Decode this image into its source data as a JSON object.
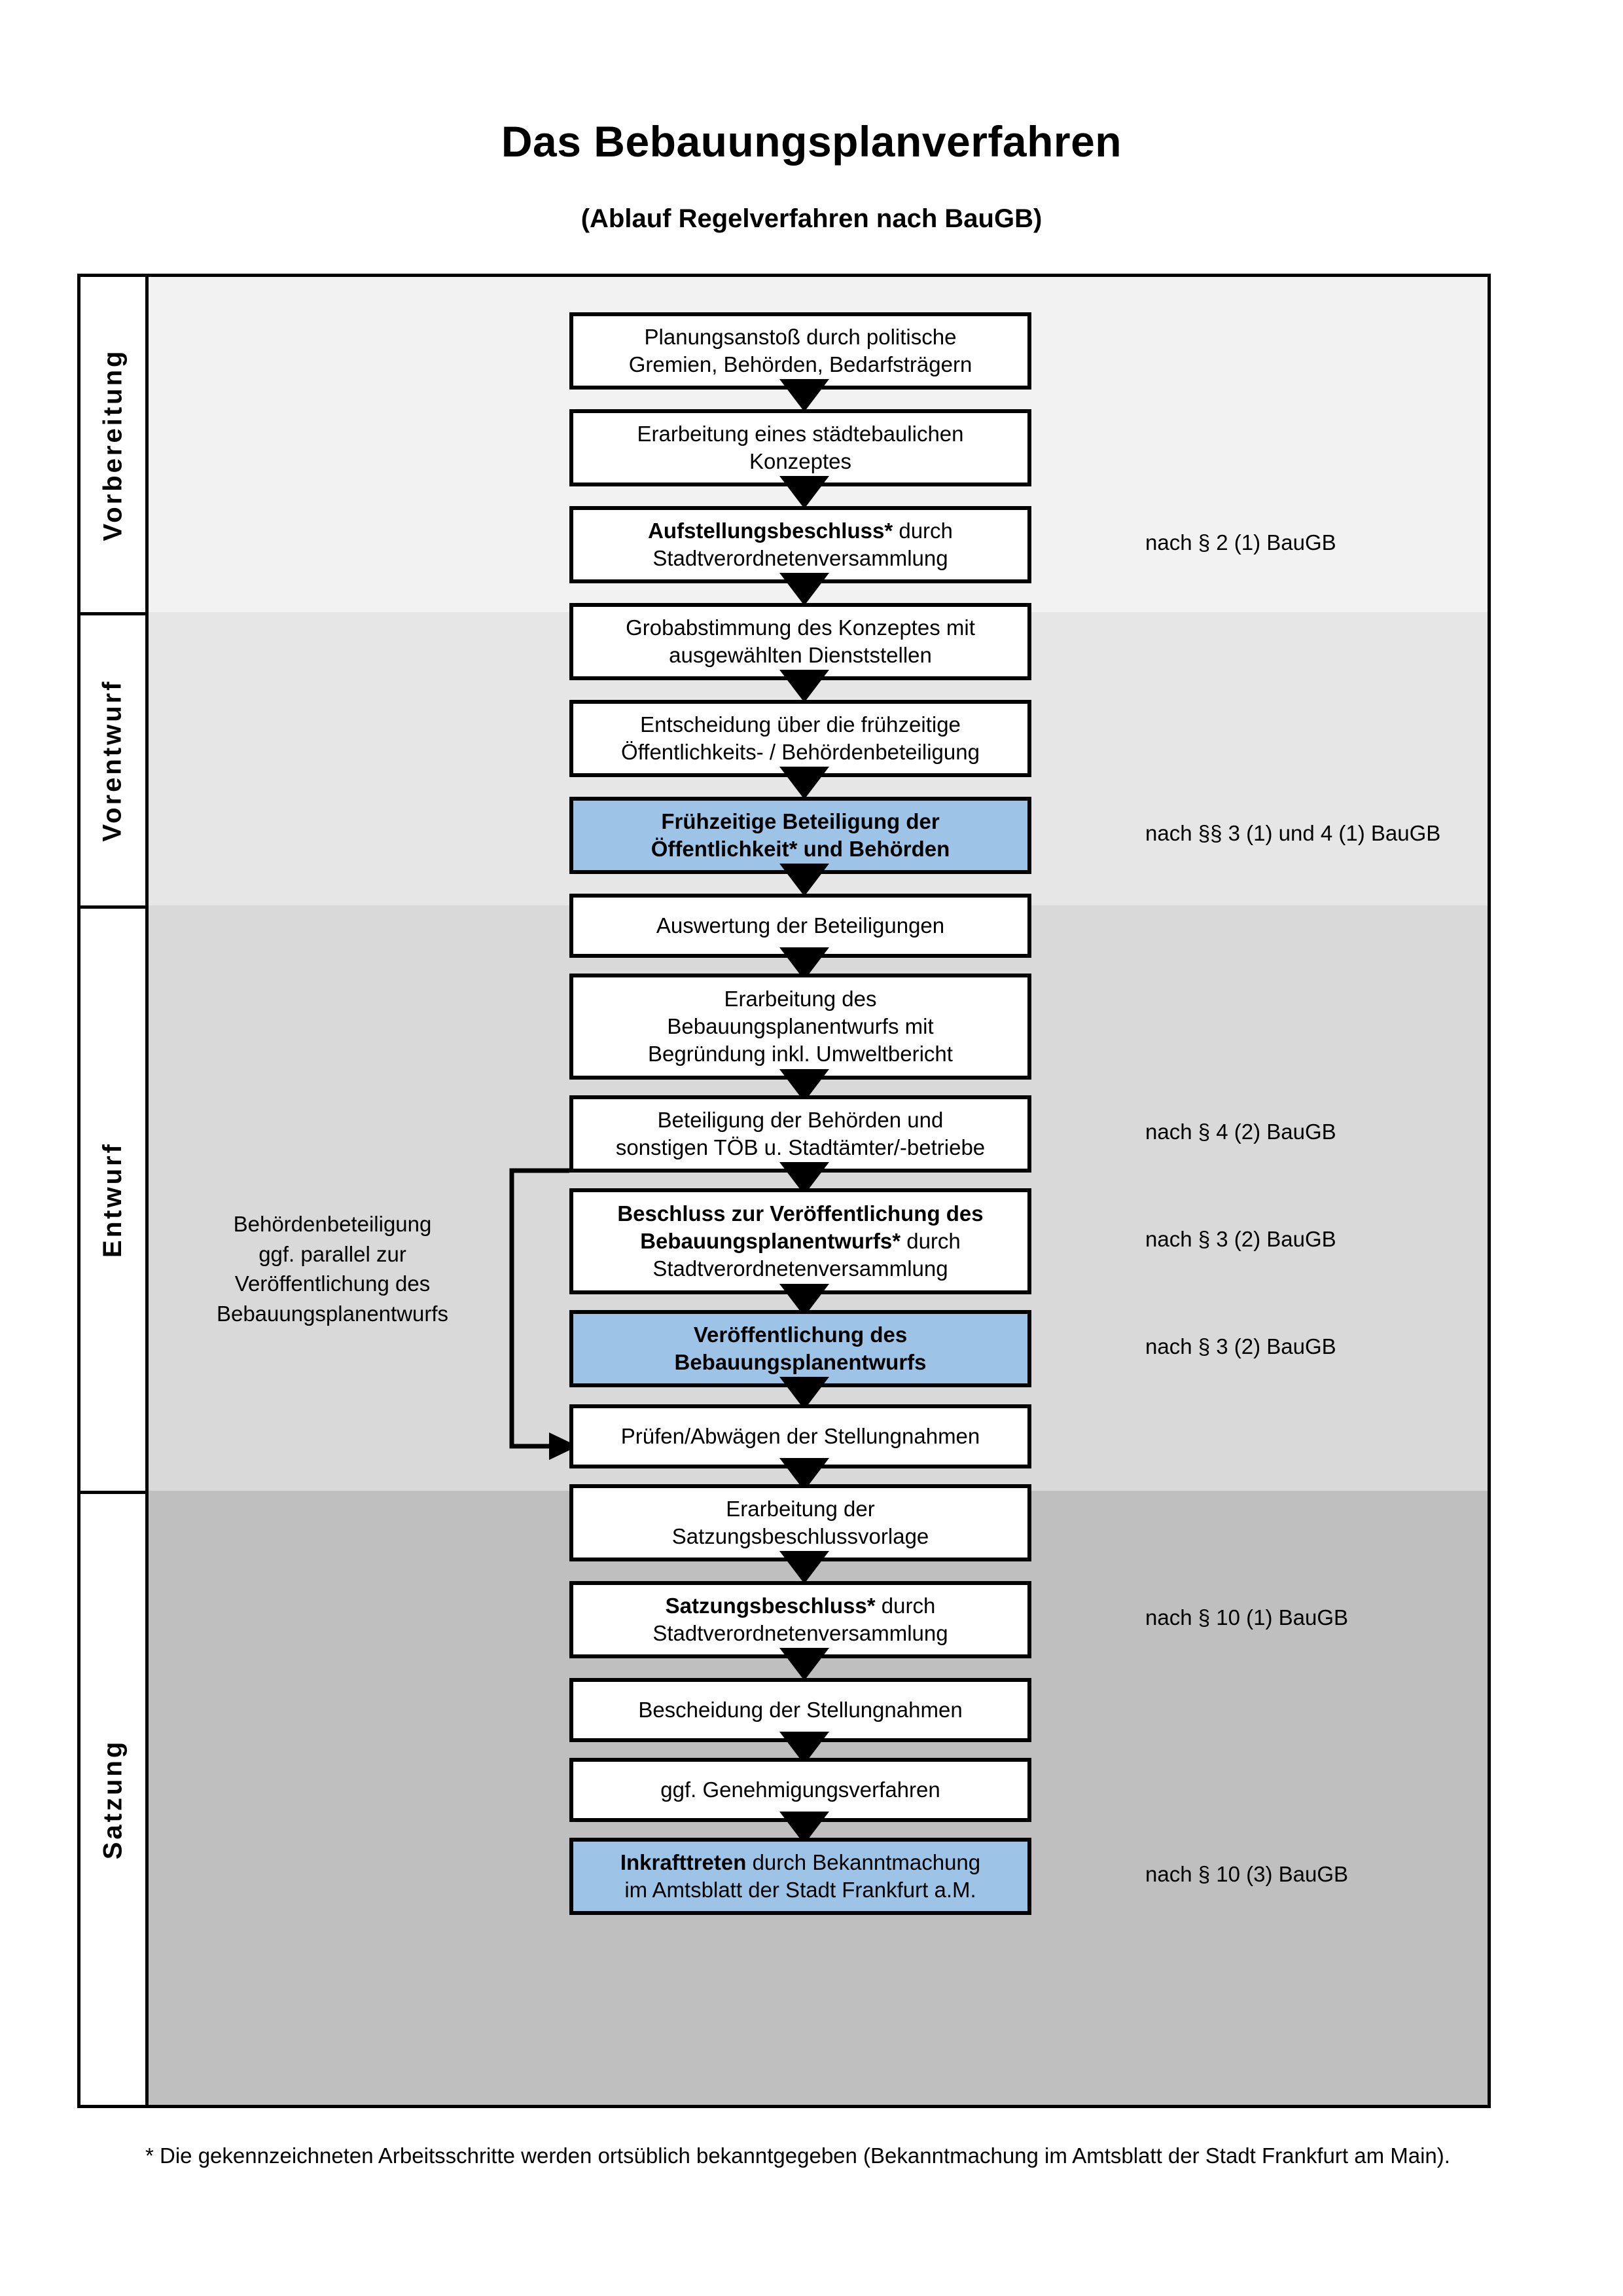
{
  "title": "Das Bebauungsplanverfahren",
  "subtitle": "(Ablauf Regelverfahren nach BauGB)",
  "colors": {
    "highlight_box": "#9dc3e6",
    "band_vorbereitung": "#f2f2f2",
    "band_vorentwurf": "#e6e6e6",
    "band_entwurf": "#d9d9d9",
    "band_satzung": "#bfbfbf",
    "outline": "#000000"
  },
  "phases": [
    {
      "label": "Vorbereitung"
    },
    {
      "label": "Vorentwurf"
    },
    {
      "label": "Entwurf"
    },
    {
      "label": "Satzung"
    }
  ],
  "steps": [
    {
      "id": "planungsanstoss",
      "phase": "Vorbereitung",
      "highlight": false,
      "lines": [
        {
          "text": "Planungsanstoß durch politische",
          "bold": false
        },
        {
          "text": "Gremien, Behörden, Bedarfsträgern",
          "bold": false
        }
      ]
    },
    {
      "id": "staedtebauliches-konzept",
      "phase": "Vorbereitung",
      "highlight": false,
      "lines": [
        {
          "text": "Erarbeitung eines städtebaulichen",
          "bold": false
        },
        {
          "text": "Konzeptes",
          "bold": false
        }
      ]
    },
    {
      "id": "aufstellungsbeschluss",
      "phase": "Vorbereitung",
      "highlight": false,
      "lines": [
        {
          "text": "Aufstellungsbeschluss*",
          "bold": true
        },
        {
          "text": " durch",
          "bold": false
        },
        {
          "text": "Stadtverordnetenversammlung",
          "bold": false
        }
      ]
    },
    {
      "id": "grobabstimmung",
      "phase": "Vorentwurf",
      "highlight": false,
      "lines": [
        {
          "text": "Grobabstimmung des Konzeptes mit",
          "bold": false
        },
        {
          "text": "ausgewählten Dienststellen",
          "bold": false
        }
      ]
    },
    {
      "id": "entscheidung-fruehzeitige-beteiligung",
      "phase": "Vorentwurf",
      "highlight": false,
      "lines": [
        {
          "text": "Entscheidung über die frühzeitige",
          "bold": false
        },
        {
          "text": "Öffentlichkeits- / Behördenbeteiligung",
          "bold": false
        }
      ]
    },
    {
      "id": "fruehzeitige-beteiligung",
      "phase": "Vorentwurf",
      "highlight": true,
      "lines": [
        {
          "text": "Frühzeitige Beteiligung der",
          "bold": true
        },
        {
          "text": "Öffentlichkeit* und Behörden",
          "bold": true
        }
      ]
    },
    {
      "id": "auswertung-beteiligungen",
      "phase": "Entwurf",
      "highlight": false,
      "lines": [
        {
          "text": "Auswertung der Beteiligungen",
          "bold": false
        }
      ]
    },
    {
      "id": "erarbeitung-bplan-entwurf",
      "phase": "Entwurf",
      "highlight": false,
      "lines": [
        {
          "text": "Erarbeitung des",
          "bold": false
        },
        {
          "text": "Bebauungsplanentwurfs mit",
          "bold": false
        },
        {
          "text": "Begründung inkl. Umweltbericht",
          "bold": false
        }
      ]
    },
    {
      "id": "beteiligung-behoerden-toeb",
      "phase": "Entwurf",
      "highlight": false,
      "lines": [
        {
          "text": "Beteiligung der Behörden und",
          "bold": false
        },
        {
          "text": "sonstigen TÖB u. Stadtämter/-betriebe",
          "bold": false
        }
      ]
    },
    {
      "id": "beschluss-veroeffentlichung",
      "phase": "Entwurf",
      "highlight": false,
      "lines": [
        {
          "text": "Beschluss zur Veröffentlichung des",
          "bold": true
        },
        {
          "text": "Bebauungsplanentwurfs*",
          "bold": true
        },
        {
          "text": " durch",
          "bold": false
        },
        {
          "text": "Stadtverordnetenversammlung",
          "bold": false
        }
      ]
    },
    {
      "id": "veroeffentlichung-bplan-entwurf",
      "phase": "Entwurf",
      "highlight": true,
      "lines": [
        {
          "text": "Veröffentlichung des",
          "bold": true
        },
        {
          "text": "Bebauungsplanentwurfs",
          "bold": true
        }
      ]
    },
    {
      "id": "pruefen-abwaegen",
      "phase": "Satzung",
      "highlight": false,
      "lines": [
        {
          "text": "Prüfen/Abwägen der Stellungnahmen",
          "bold": false
        }
      ]
    },
    {
      "id": "erarbeitung-satzungsbeschlussvorlage",
      "phase": "Satzung",
      "highlight": false,
      "lines": [
        {
          "text": "Erarbeitung der",
          "bold": false
        },
        {
          "text": "Satzungsbeschlussvorlage",
          "bold": false
        }
      ]
    },
    {
      "id": "satzungsbeschluss",
      "phase": "Satzung",
      "highlight": false,
      "lines": [
        {
          "text": "Satzungsbeschluss*",
          "bold": true
        },
        {
          "text": " durch",
          "bold": false
        },
        {
          "text": "Stadtverordnetenversammlung",
          "bold": false
        }
      ]
    },
    {
      "id": "bescheidung-stellungnahmen",
      "phase": "Satzung",
      "highlight": false,
      "lines": [
        {
          "text": "Bescheidung der Stellungnahmen",
          "bold": false
        }
      ]
    },
    {
      "id": "genehmigungsverfahren",
      "phase": "Satzung",
      "highlight": false,
      "lines": [
        {
          "text": "ggf. Genehmigungsverfahren",
          "bold": false
        }
      ]
    },
    {
      "id": "inkrafttreten",
      "phase": "Satzung",
      "highlight": true,
      "lines": [
        {
          "text": "Inkrafttreten",
          "bold": true
        },
        {
          "text": " durch Bekanntmachung",
          "bold": false
        },
        {
          "text": "im Amtsblatt der Stadt Frankfurt a.M.",
          "bold": false
        }
      ]
    }
  ],
  "references": [
    {
      "id": "ref-2-1",
      "text": "nach § 2 (1) BauGB"
    },
    {
      "id": "ref-3-1-4-1",
      "text": "nach §§ 3 (1) und 4 (1) BauGB"
    },
    {
      "id": "ref-4-2",
      "text": "nach § 4 (2) BauGB"
    },
    {
      "id": "ref-3-2-a",
      "text": "nach § 3 (2) BauGB"
    },
    {
      "id": "ref-3-2-b",
      "text": "nach § 3 (2) BauGB"
    },
    {
      "id": "ref-10-1",
      "text": "nach § 10 (1) BauGB"
    },
    {
      "id": "ref-10-3",
      "text": "nach § 10 (3) BauGB"
    }
  ],
  "side_note": {
    "lines": [
      "Behördenbeteiligung",
      "ggf. parallel zur",
      "Veröffentlichung des",
      "Bebauungsplanentwurfs"
    ]
  },
  "footnote": "* Die gekennzeichneten Arbeitsschritte werden ortsüblich bekanntgegeben (Bekanntmachung im Amtsblatt  der Stadt Frankfurt am Main)."
}
